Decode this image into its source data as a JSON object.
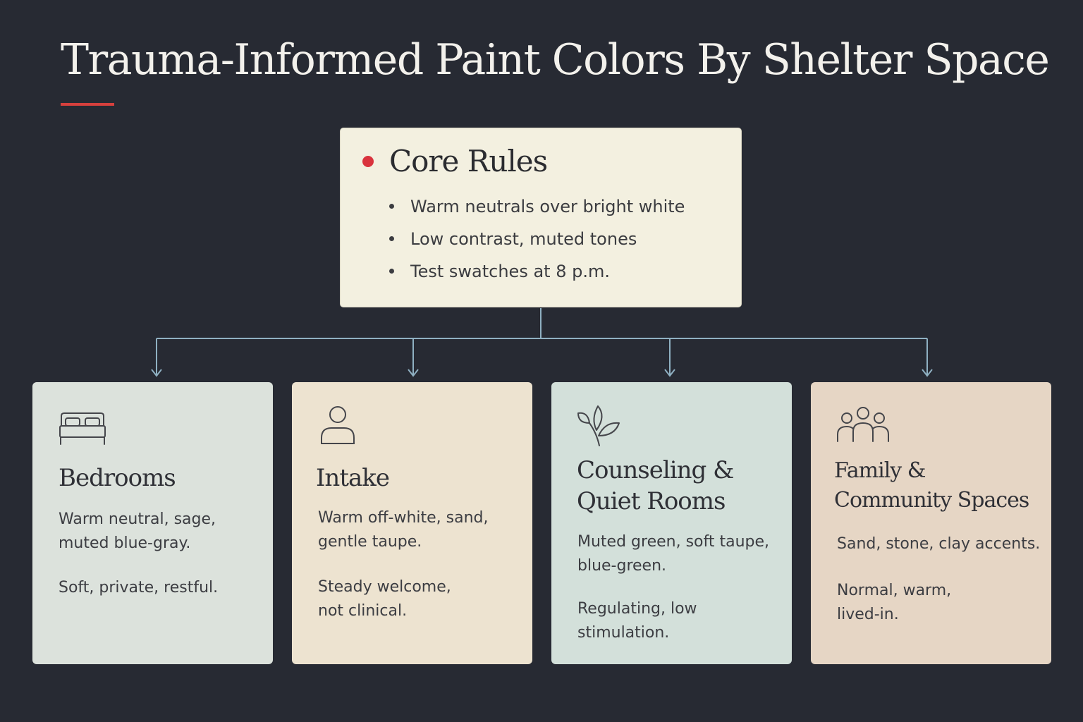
{
  "title": "Trauma-Informed Paint Colors By Shelter Space",
  "core": {
    "title": "Core Rules",
    "rules": [
      "Warm neutrals over bright white",
      "Low contrast, muted tones",
      "Test swatches at 8 p.m."
    ]
  },
  "spaces": [
    {
      "icon": "bed-icon",
      "title": "Bedrooms",
      "colors": "Warm neutral, sage, muted blue-gray.",
      "feel": "Soft, private, restful.",
      "bg": "#dce2dc"
    },
    {
      "icon": "person-icon",
      "title": "Intake",
      "colors": "Warm off-white, sand, gentle taupe.",
      "feel": "Steady welcome, not clinical.",
      "bg": "#ede3d0"
    },
    {
      "icon": "leaves-icon",
      "title": "Counseling & Quiet Rooms",
      "colors": "Muted green, soft taupe, blue-green.",
      "feel": "Regulating, low stimulation.",
      "bg": "#d3e0da"
    },
    {
      "icon": "group-icon",
      "title": "Family & Community Spaces",
      "colors": "Sand, stone, clay accents.",
      "feel": "Normal, warm, lived-in.",
      "bg": "#e6d6c5"
    }
  ],
  "colors": {
    "background": "#272a33",
    "accent": "#d6403d",
    "core_box": "#f3f0e0",
    "connector": "#8fb0c2"
  }
}
